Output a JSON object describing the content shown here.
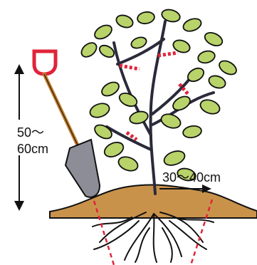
{
  "labels": {
    "height_line1": "50～",
    "height_line2": "60cm",
    "width": "30～40cm"
  },
  "colors": {
    "leaf": "#b8d36a",
    "leaf_dark": "#8bb04a",
    "soil": "#c9924b",
    "cut_mark": "#e0243a",
    "stem": "#2a2a3a"
  },
  "icons": {
    "shovel": "shovel-icon",
    "plant": "shrub-illustration"
  }
}
